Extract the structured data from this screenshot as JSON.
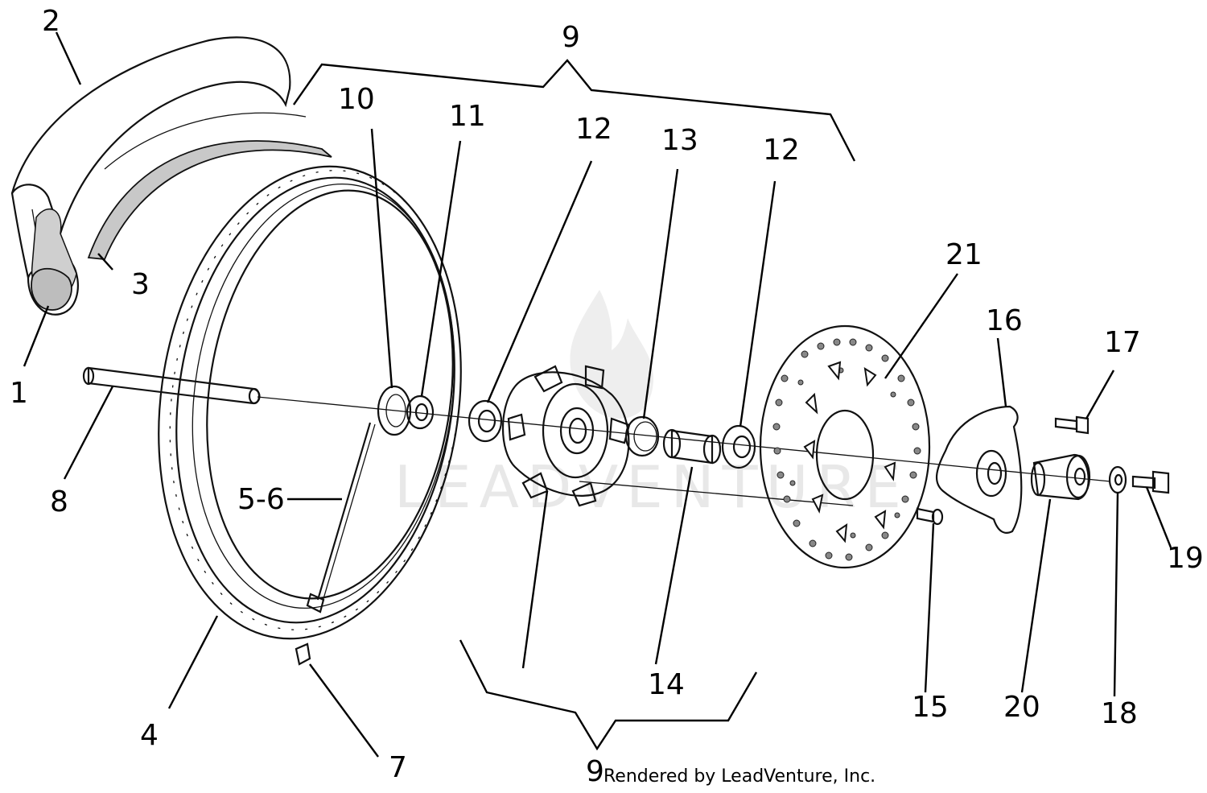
{
  "labels": {
    "l1": "1",
    "l2": "2",
    "l3": "3",
    "l4": "4",
    "l56": "5-6",
    "l7": "7",
    "l8": "8",
    "l9_top": "9",
    "l9_bottom": "9",
    "l10": "10",
    "l11": "11",
    "l12_left": "12",
    "l12_right": "12",
    "l13": "13",
    "l14": "14",
    "l15": "15",
    "l16": "16",
    "l17": "17",
    "l18": "18",
    "l19": "19",
    "l20": "20",
    "l21": "21"
  },
  "watermark": "LEADVENTURE",
  "credit": "Rendered by LeadVenture, Inc."
}
